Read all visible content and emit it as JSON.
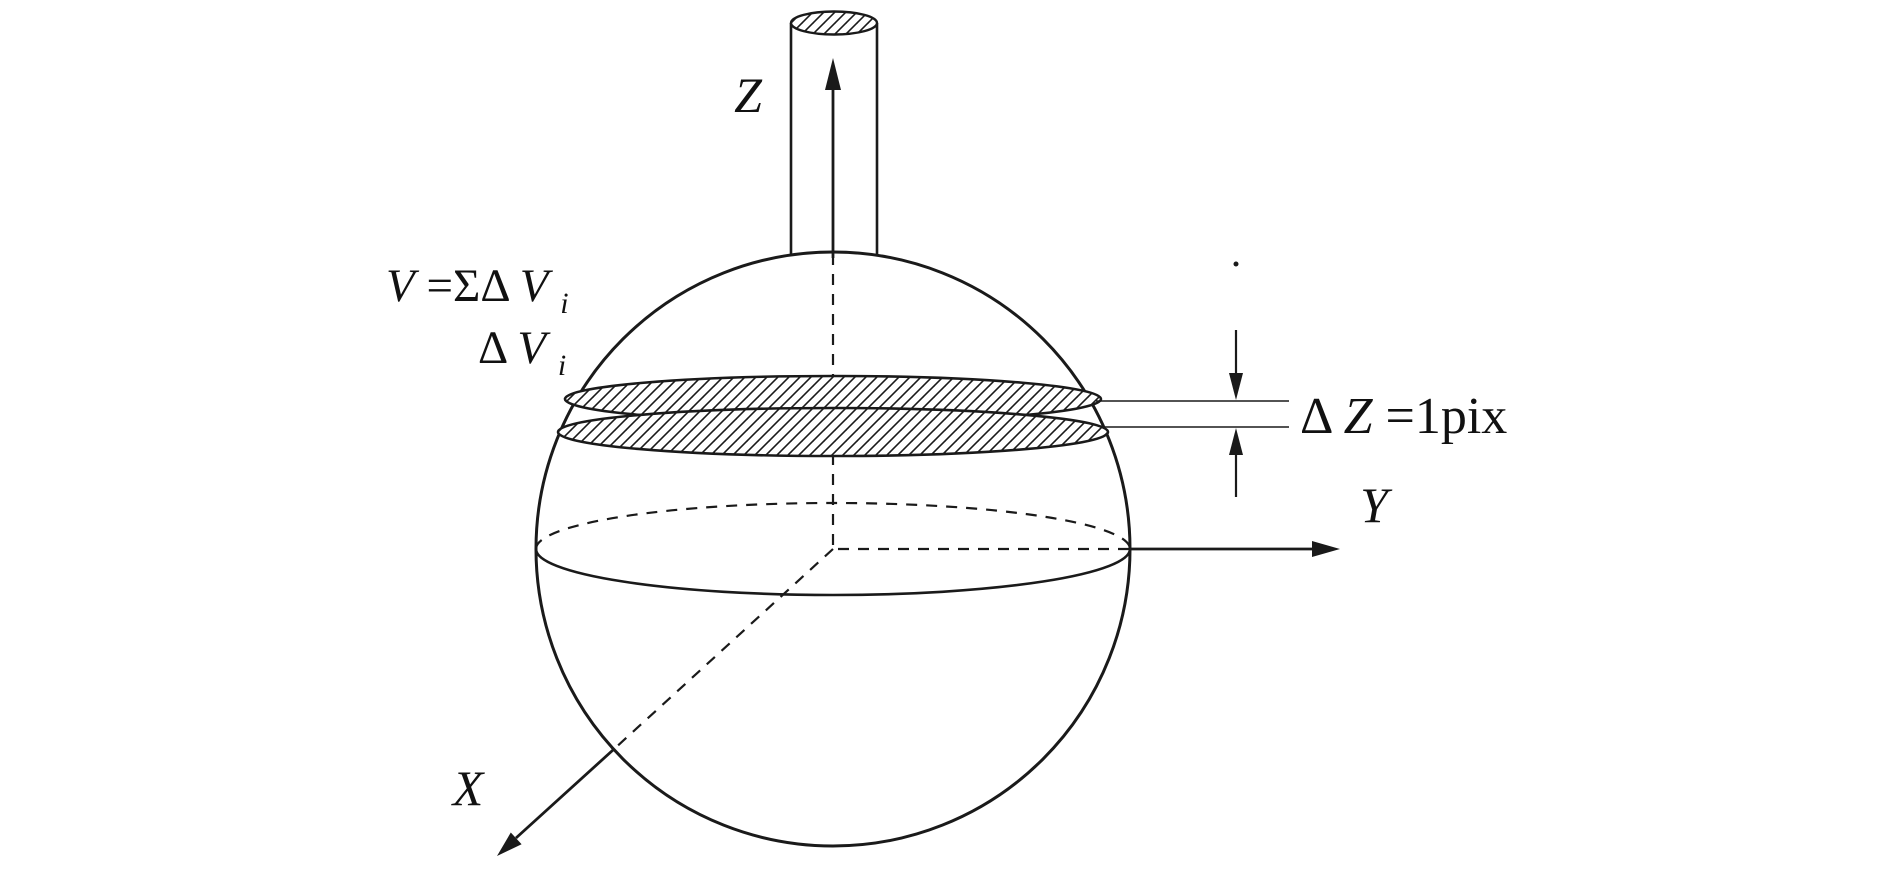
{
  "colors": {
    "line": "#1a1a1a",
    "background": "#ffffff"
  },
  "labels": {
    "z_axis": "Z",
    "y_axis": "Y",
    "x_axis": "X",
    "volume_formula": {
      "lhs": "V",
      "mid": "=ΣΔ",
      "var": "V",
      "sub": "i"
    },
    "slice_term": {
      "delta": "Δ",
      "var": "V",
      "sub": "i"
    },
    "thickness": {
      "delta": "Δ",
      "var": "Z",
      "rest": "=1pix"
    }
  }
}
